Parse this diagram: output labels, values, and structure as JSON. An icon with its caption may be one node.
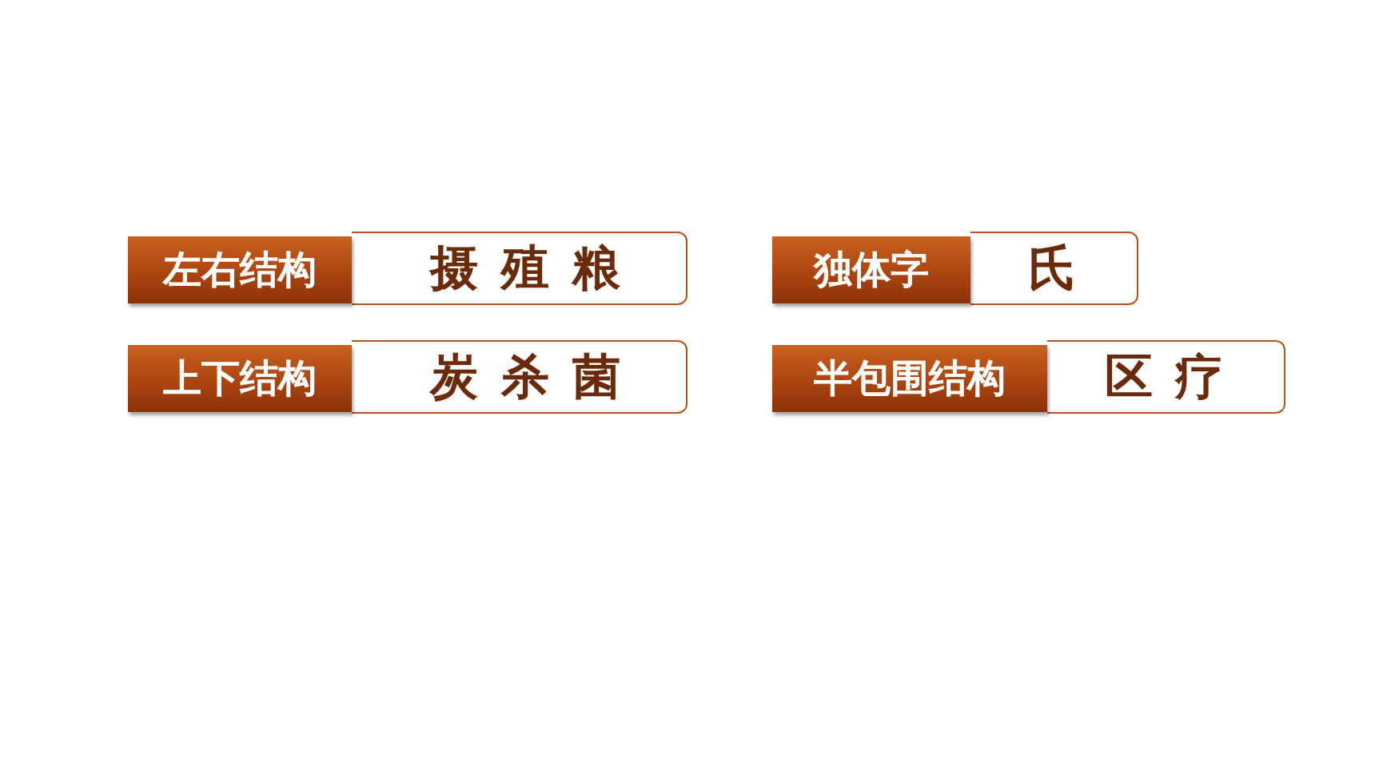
{
  "diagram": {
    "nodes": [
      {
        "text": [
          "左右结构"
        ]
      },
      {
        "text": [
          "摄 殖 粮"
        ]
      },
      {
        "text": [
          "独体字"
        ]
      },
      {
        "text": [
          "氏"
        ]
      },
      {
        "text": [
          "上下结构"
        ]
      },
      {
        "text": [
          "炭 杀 菌"
        ]
      },
      {
        "text": [
          "半包围结构"
        ]
      },
      {
        "text": [
          "区 疗"
        ]
      }
    ]
  }
}
